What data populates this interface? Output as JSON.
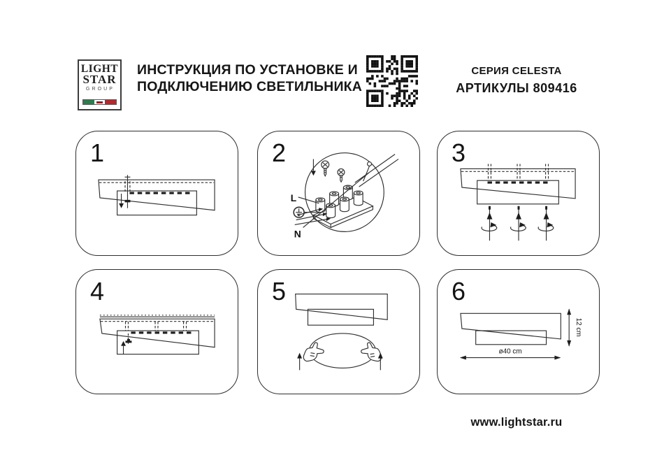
{
  "header": {
    "logo": {
      "line1": "LIGHT",
      "line2": "STAR",
      "line3": "GROUP",
      "flag_icon": "italian-flag-stripe"
    },
    "title": {
      "line1": "ИНСТРУКЦИЯ ПО УСТАНОВКЕ И",
      "line2": "ПОДКЛЮЧЕНИЮ СВЕТИЛЬНИКА"
    },
    "qr_icon": "qr-code",
    "series": "СЕРИЯ CELESTA",
    "articles": "АРТИКУЛЫ 809416"
  },
  "steps": [
    {
      "number": "1"
    },
    {
      "number": "2",
      "labels": {
        "live": "L",
        "neutral": "N",
        "ground_icon": "earth-ground"
      }
    },
    {
      "number": "3"
    },
    {
      "number": "4"
    },
    {
      "number": "5"
    },
    {
      "number": "6",
      "dimensions": {
        "height": "12 cm",
        "diameter": "ø40 cm"
      }
    }
  ],
  "footer": {
    "website": "www.lightstar.ru"
  },
  "colors": {
    "line": "#2e2e2e",
    "flag_green": "#2e7d4f",
    "flag_red": "#b5292e",
    "flag_dark_red": "#8e1f24",
    "text": "#161616"
  }
}
